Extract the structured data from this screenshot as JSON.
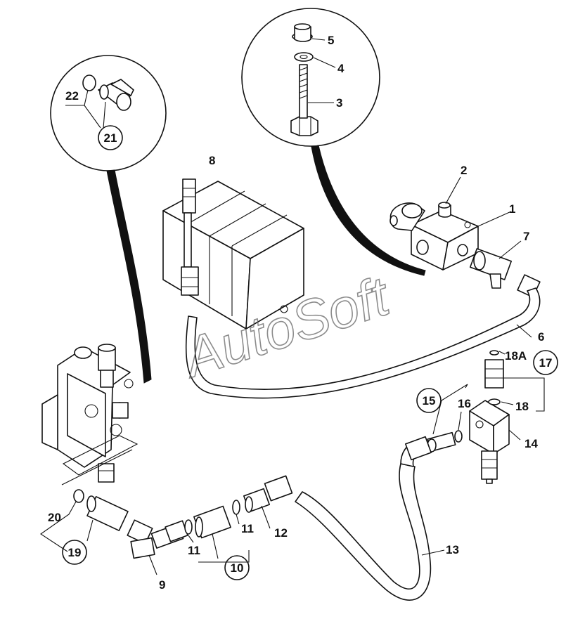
{
  "watermark": "AutoSoft",
  "callouts": {
    "p1": "1",
    "p2": "2",
    "p3": "3",
    "p4": "4",
    "p5": "5",
    "p6": "6",
    "p7": "7",
    "p8": "8",
    "p9": "9",
    "p10": "10",
    "p11a": "11",
    "p11b": "11",
    "p12": "12",
    "p13": "13",
    "p14": "14",
    "p15": "15",
    "p16": "16",
    "p17": "17",
    "p18": "18",
    "p18a": "18A",
    "p19": "19",
    "p20": "20",
    "p21": "21",
    "p22": "22"
  }
}
